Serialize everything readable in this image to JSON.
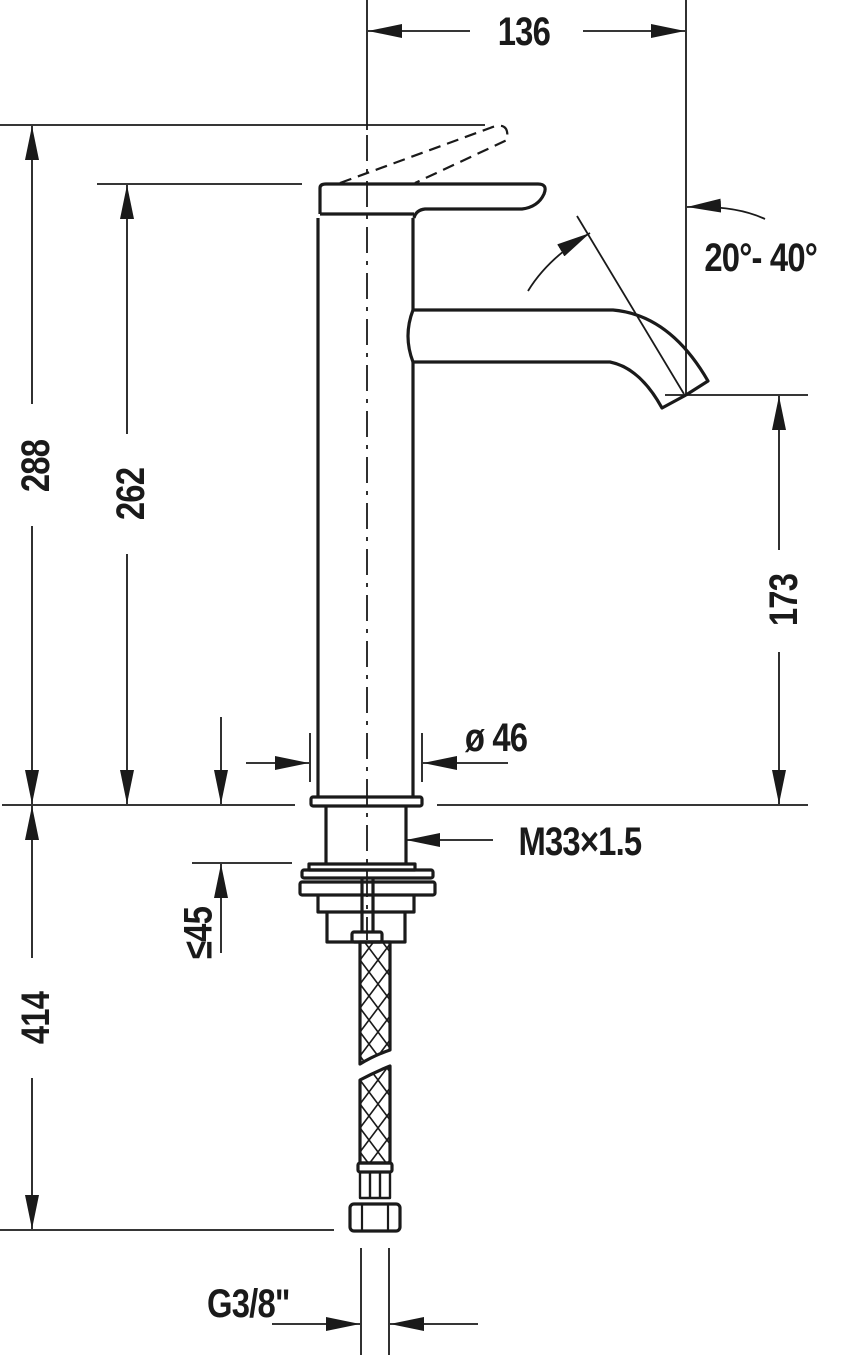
{
  "drawing": {
    "title": "Faucet dimension drawing (side elevation)",
    "units": "mm",
    "line_color": "#1a1a1a",
    "background": "#ffffff"
  },
  "dimensions": {
    "spout_reach": "136",
    "spout_angle": "20°- 40°",
    "total_height": "288",
    "body_height": "262",
    "spout_outlet_height": "173",
    "body_diameter": "ø 46",
    "thread": "M33×1.5",
    "max_deck_thickness": "≤45",
    "hose_length": "414",
    "hose_connection": "G3/8\""
  }
}
